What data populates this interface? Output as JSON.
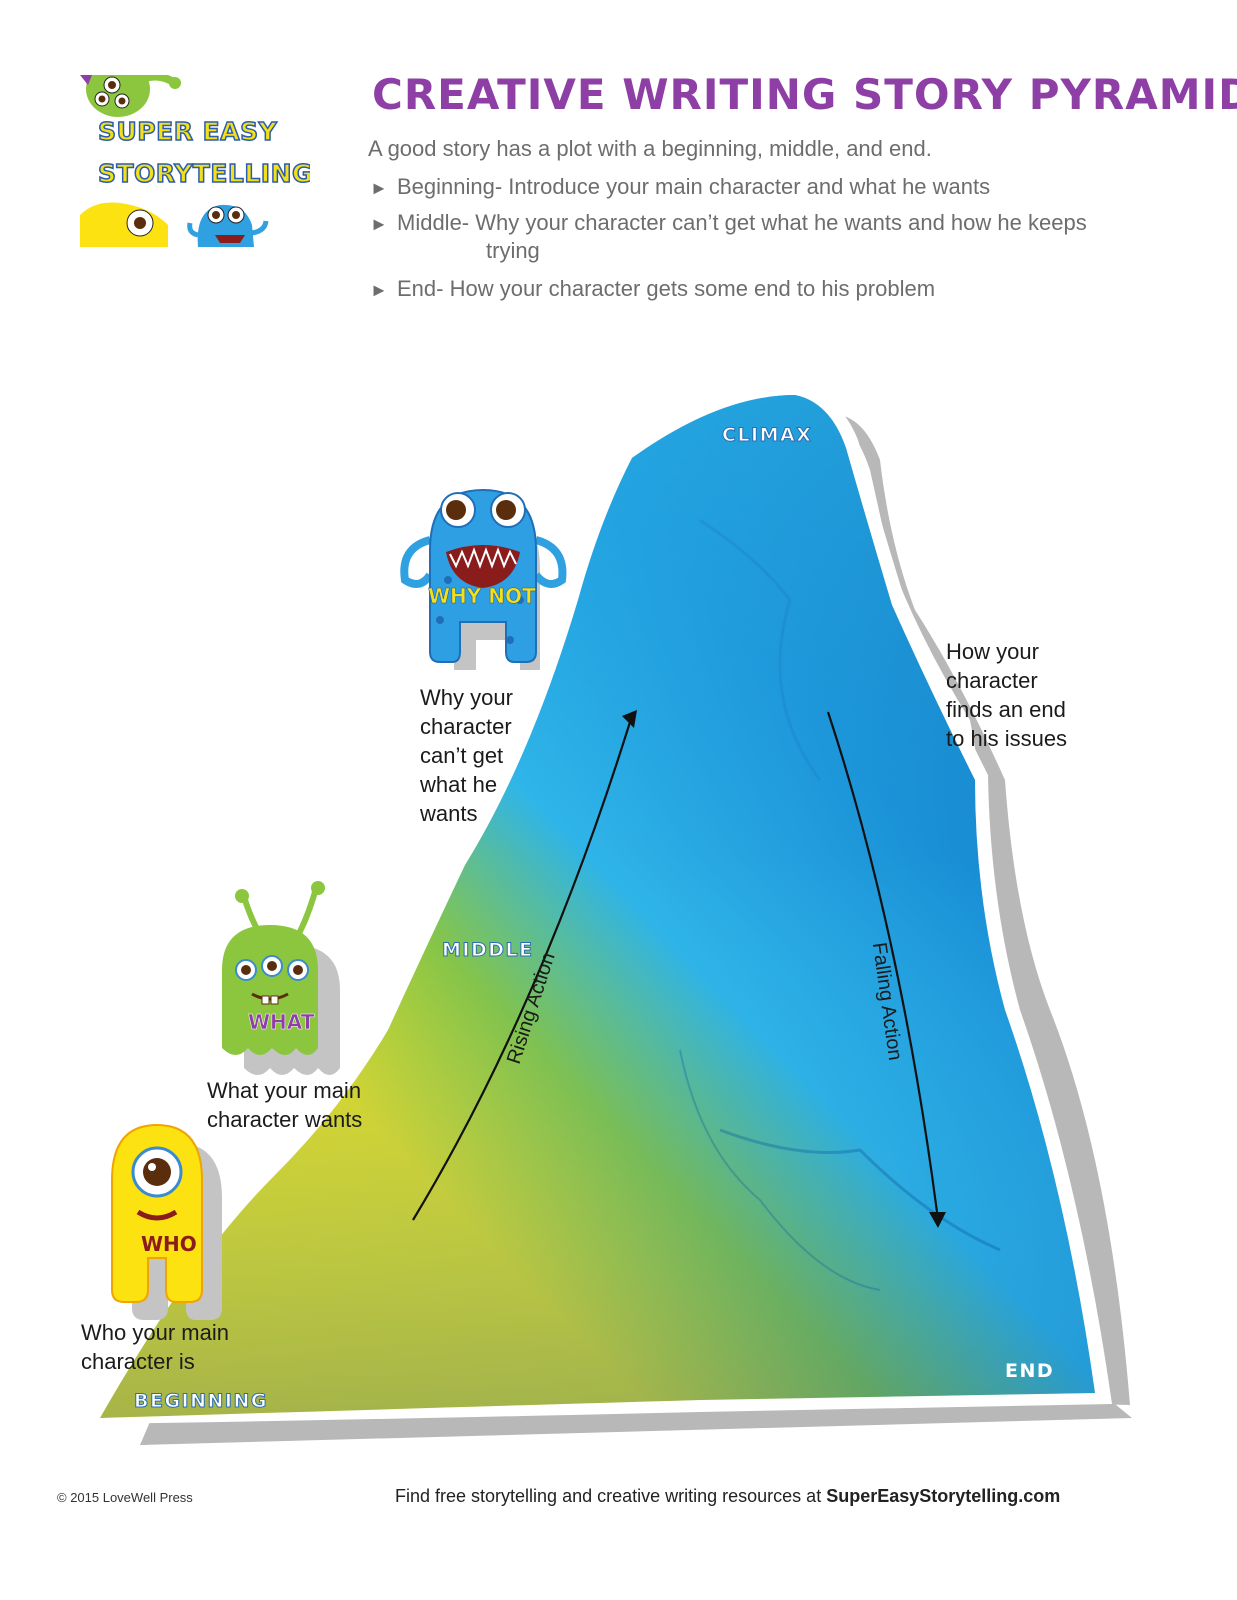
{
  "logo": {
    "line1": "SUPER EASY",
    "line2": "STORYTELLING"
  },
  "header": {
    "title": "CREATIVE WRITING STORY PYRAMID",
    "intro": "A good story has a plot with a beginning, middle, and end.",
    "bullet_mark": "►",
    "bullets": [
      "Beginning- Introduce your main character and what he wants",
      "Middle- Why your character can’t get what he wants and how he keeps",
      "End- How your character gets some end to his problem"
    ],
    "bullet_continuation": "trying"
  },
  "diagram": {
    "stages": {
      "climax": "CLIMAX",
      "middle": "MIDDLE",
      "beginning": "BEGINNING",
      "end": "END"
    },
    "arrows": {
      "rising": "Rising Action",
      "falling": "Falling Action"
    },
    "monsters": {
      "who": "WHO",
      "what": "WHAT",
      "why_not": "WHY NOT"
    },
    "descriptions": {
      "who": [
        "Who your main",
        "character is"
      ],
      "what": [
        "What your main",
        "character wants"
      ],
      "why_not": [
        "Why your",
        "character",
        "can’t get",
        "what he",
        "wants"
      ],
      "end": [
        "How your",
        "character",
        "finds an end",
        "to his issues"
      ]
    },
    "colors": {
      "yellow": "#fbe210",
      "green": "#8cc63e",
      "light_blue": "#2fb4e8",
      "dark_blue": "#0b63b0",
      "purple": "#8e3fa6"
    }
  },
  "footer": {
    "copyright": "© 2015 LoveWell Press",
    "text": "Find free storytelling and creative writing resources at ",
    "link": "SuperEasyStorytelling.com"
  }
}
